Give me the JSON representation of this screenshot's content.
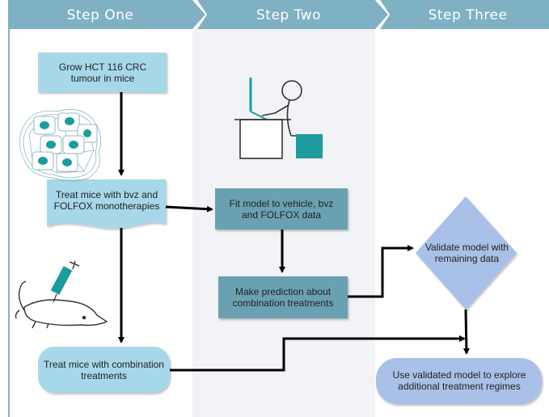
{
  "header": {
    "steps": [
      "Step One",
      "Step Two",
      "Step Three"
    ]
  },
  "boxes": {
    "grow": "Grow  HCT 116 CRC tumour in mice",
    "treat_mono": "Treat mice with bvz and FOLFOX monotherapies",
    "treat_combo": "Treat mice with combination treatments",
    "fit_model": "Fit model to vehicle, bvz and FOLFOX data",
    "prediction": "Make prediction about combination treatments",
    "validate": "Validate model with remaining data",
    "explore": "Use validated model to explore additional treatment regimes"
  },
  "colors": {
    "header_bar": "#7fb0c4",
    "light_blue_box": "#a7d8ea",
    "teal_box": "#6aa1b2",
    "lavender": "#a9c1e8",
    "column_bg": "#f1f3f6",
    "accent_teal": "#1e9b9e"
  },
  "icons": [
    "cells-icon",
    "researcher-icon",
    "syringe-icon",
    "mouse-icon"
  ]
}
